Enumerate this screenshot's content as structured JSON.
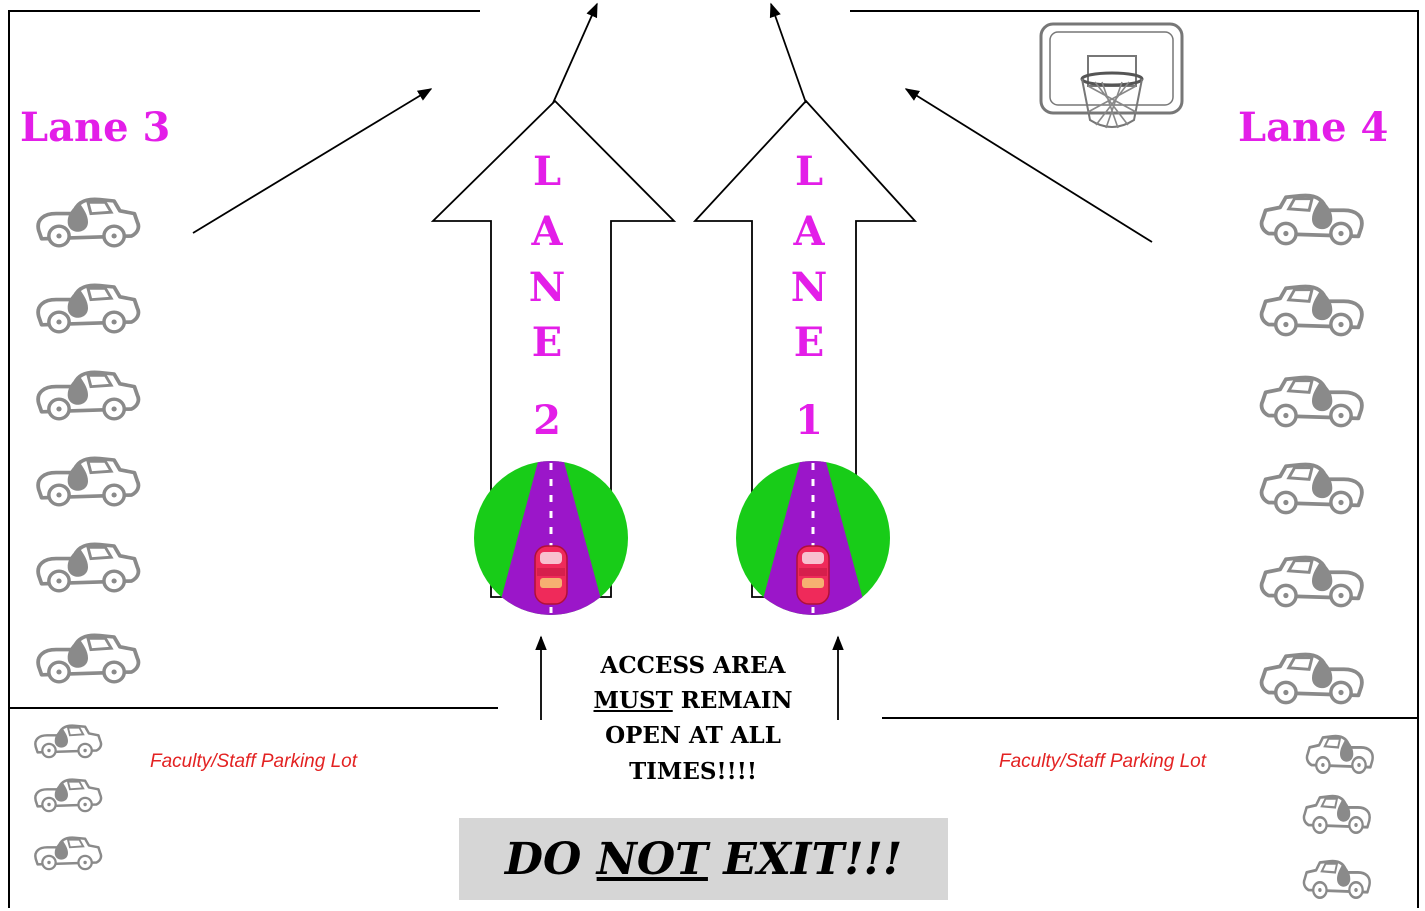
{
  "lane3": {
    "title": "Lane 3"
  },
  "lane4": {
    "title": "Lane 4"
  },
  "lane2_arrow": {
    "chars": [
      "L",
      "A",
      "N",
      "E"
    ],
    "number": "2"
  },
  "lane1_arrow": {
    "chars": [
      "L",
      "A",
      "N",
      "E"
    ],
    "number": "1"
  },
  "lot_left": {
    "label": "Faculty/Staff Parking Lot"
  },
  "lot_right": {
    "label": "Faculty/Staff Parking Lot"
  },
  "access_notice": {
    "line1": "ACCESS AREA",
    "must": "MUST",
    "line2_rest": " REMAIN",
    "line3": "OPEN AT ALL",
    "line4": "TIMES!!!!"
  },
  "exit_warning": {
    "pre": "DO ",
    "not": "NOT",
    "post": " EXIT!!!"
  },
  "colors": {
    "lane_text": "#e31ee8",
    "lot_text": "#e32222",
    "road": "#9b16c9",
    "grass": "#18cc18",
    "car_red": "#ef2a5a",
    "car_icon": "#8a8a8a"
  },
  "icons": {
    "car": "car-icon",
    "basketball_hoop": "basketball-hoop-icon",
    "road_badge": "road-car-badge-icon"
  }
}
